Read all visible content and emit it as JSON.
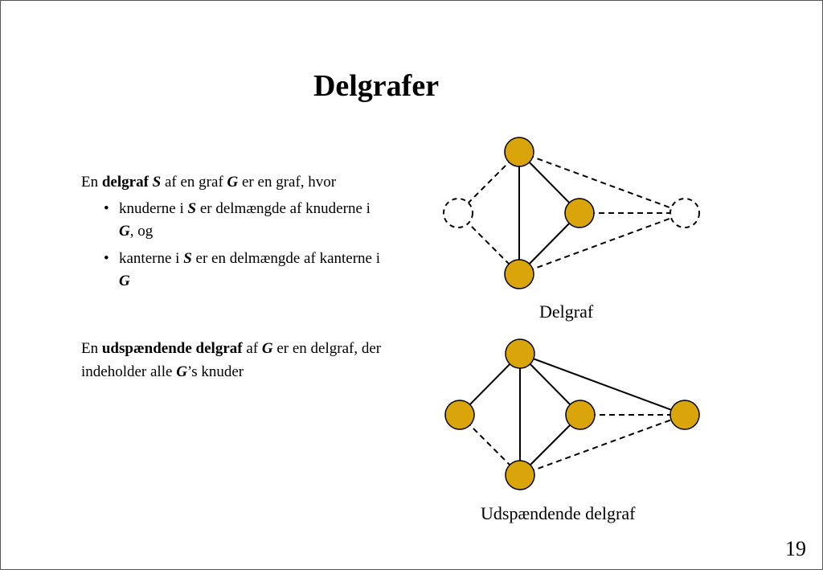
{
  "title": "Delgrafer",
  "definition1": {
    "en": "En",
    "term": "delgraf",
    "s": "S",
    "af_en_graf": "af en graf",
    "g": "G",
    "rest": "er en graf, hvor"
  },
  "bullets": [
    {
      "marker": "•",
      "pre": "knuderne i",
      "s": "S",
      "mid": "er delmængde af knuderne i",
      "g": "G",
      "post": ", og"
    },
    {
      "marker": "•",
      "pre": "kanterne i",
      "s": "S",
      "mid": "er en delmængde af kanterne i",
      "g": "G",
      "post": ""
    }
  ],
  "definition2": {
    "en": "En",
    "term": "udspændende delgraf",
    "af": "af",
    "g": "G",
    "rest1": "er en delgraf, der indeholder alle",
    "g2": "G",
    "rest2": "’s knuder"
  },
  "captions": {
    "subgraph": "Delgraf",
    "spanning": "Udspændende delgraf"
  },
  "page_number": "19",
  "colors": {
    "node_fill": "#DAA50A",
    "edge": "#000000"
  }
}
